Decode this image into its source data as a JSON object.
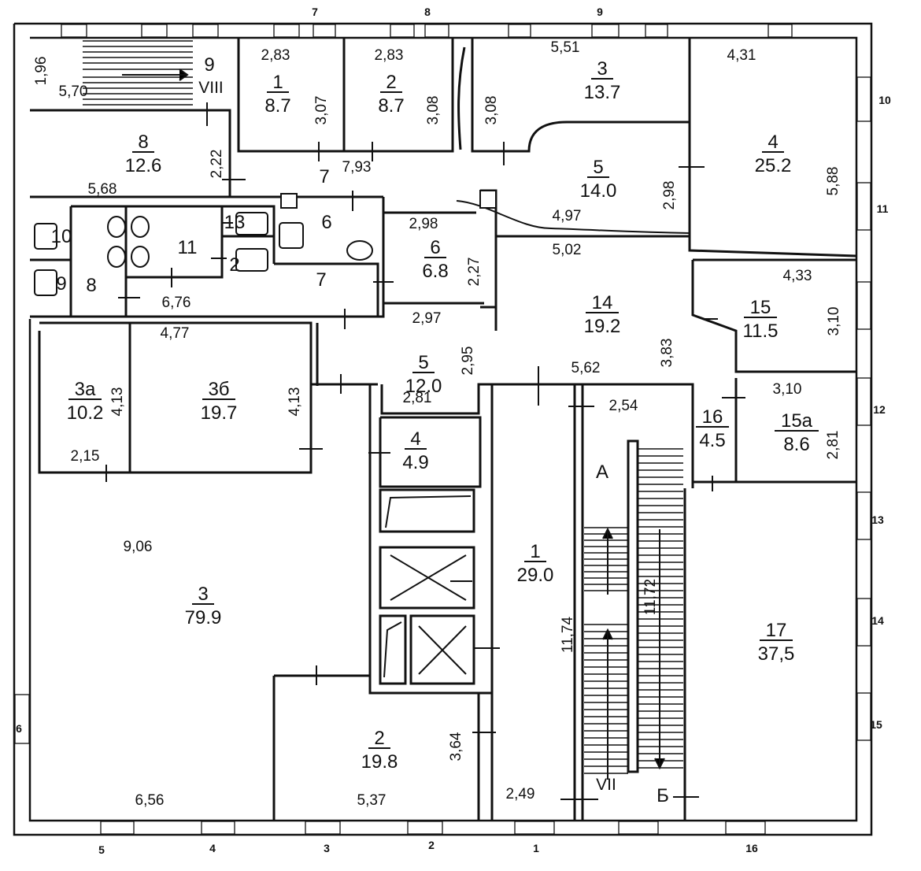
{
  "rooms": [
    {
      "num": "1",
      "area": "8.7"
    },
    {
      "num": "2",
      "area": "8.7"
    },
    {
      "num": "3",
      "area": "13.7"
    },
    {
      "num": "4",
      "area": "25.2"
    },
    {
      "num": "8",
      "area": "12.6"
    },
    {
      "num": "5",
      "area": "14.0"
    },
    {
      "num": "6",
      "area": "6.8"
    },
    {
      "num": "14",
      "area": "19.2"
    },
    {
      "num": "15",
      "area": "11.5"
    },
    {
      "num": "3а",
      "area": "10.2"
    },
    {
      "num": "3б",
      "area": "19.7"
    },
    {
      "num": "5",
      "area": "12.0"
    },
    {
      "num": "16",
      "area": "4.5"
    },
    {
      "num": "15а",
      "area": "8.6"
    },
    {
      "num": "4",
      "area": "4.9"
    },
    {
      "num": "1",
      "area": "29.0"
    },
    {
      "num": "3",
      "area": "79.9"
    },
    {
      "num": "17",
      "area": "37,5"
    },
    {
      "num": "2",
      "area": "19.8"
    }
  ],
  "plain_rooms": [
    "9",
    "7",
    "6",
    "11",
    "13",
    "2",
    "10",
    "9",
    "8",
    "7"
  ],
  "dimensions": [
    "1,96",
    "5,70",
    "2,83",
    "3,07",
    "2,83",
    "3,08",
    "3,08",
    "5,51",
    "4,31",
    "5,88",
    "2,22",
    "7,93",
    "2,98",
    "5,68",
    "4,97",
    "2,98",
    "2,27",
    "5,02",
    "4,33",
    "6,76",
    "3,10",
    "2,97",
    "4,77",
    "2,95",
    "3,83",
    "5,62",
    "4,13",
    "4,13",
    "2,81",
    "2,54",
    "3,10",
    "2,81",
    "2,15",
    "9,06",
    "11,72",
    "11,74",
    "3,64",
    "6,56",
    "5,37",
    "2,49"
  ],
  "roman": [
    "VIII",
    "VII"
  ],
  "letters": [
    "А",
    "Б"
  ],
  "window_labels": [
    "7",
    "8",
    "9",
    "10",
    "11",
    "12",
    "13",
    "14",
    "15",
    "6",
    "5",
    "4",
    "3",
    "2",
    "1",
    "16"
  ]
}
